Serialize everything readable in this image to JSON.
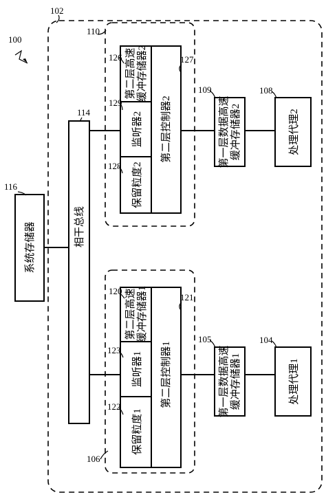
{
  "figure_ref": "100",
  "refs": {
    "system": "102",
    "group1": "106",
    "group2": "110",
    "system_memory": "116",
    "bus": "114",
    "agent1": "104",
    "l1cache1": "105",
    "l2ctrl1": "121",
    "l2cache1": "120",
    "snoop1": "123",
    "granule1": "122",
    "agent2": "108",
    "l1cache2": "109",
    "l2ctrl2": "127",
    "l2cache2": "126",
    "snoop2": "129",
    "granule2": "128"
  },
  "labels": {
    "system_memory": "系统存储器",
    "bus": "相干总线",
    "agent1": "处理代理1",
    "l1cache1_a": "第一层数据高速",
    "l1cache1_b": "缓冲存储器1",
    "l2ctrl1": "第二层控制器1",
    "l2cache1_a": "第二层高速",
    "l2cache1_b": "缓冲存储器1",
    "snoop1": "监听器1",
    "granule1": "保留粒度1",
    "agent2": "处理代理2",
    "l1cache2_a": "第一层数据高速",
    "l1cache2_b": "缓冲存储器2",
    "l2ctrl2": "第二层控制器2",
    "l2cache2_a": "第二层高速",
    "l2cache2_b": "缓冲存储器2",
    "snoop2": "监听器2",
    "granule2": "保留粒度2"
  }
}
